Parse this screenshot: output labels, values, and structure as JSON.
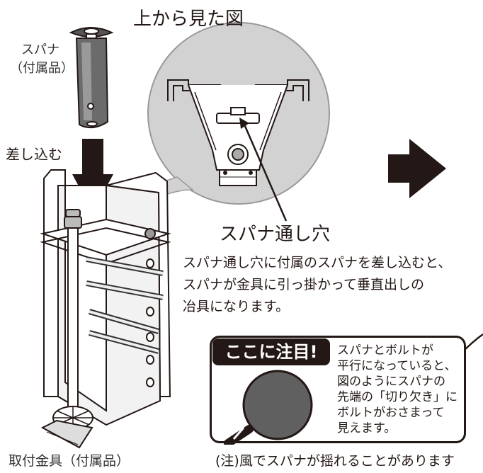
{
  "labels": {
    "top_view_title": "上から見た図",
    "wrench_line1": "スパナ",
    "wrench_line2": "（付属品）",
    "insert": "差し込む",
    "wrench_hole": "スパナ通し穴",
    "bracket": "取付金具（付属品）"
  },
  "description": {
    "line1": "スパナ通し穴に付属のスパナを差し込むと、",
    "line2": "スパナが金具に引っ掛かって垂直出しの",
    "line3": "冶具になります。"
  },
  "callout": {
    "title": "ここに注目!",
    "line1": "スパナとボルトが",
    "line2": "平行になっていると、",
    "line3": "図のようにスパナの",
    "line4": "先端の「切り欠き」に",
    "line5": "ボルトがおさまって",
    "line6": "見えます。"
  },
  "note": "(注)風でスパナが揺れることがあります",
  "colors": {
    "ink": "#231815",
    "circle_bg": "#d2d2d2",
    "magnifier": "#606060"
  },
  "icons": {
    "next_arrow": "right-arrow-icon",
    "insert_arrow": "down-arrow-icon",
    "magnifier": "magnifier-icon"
  }
}
